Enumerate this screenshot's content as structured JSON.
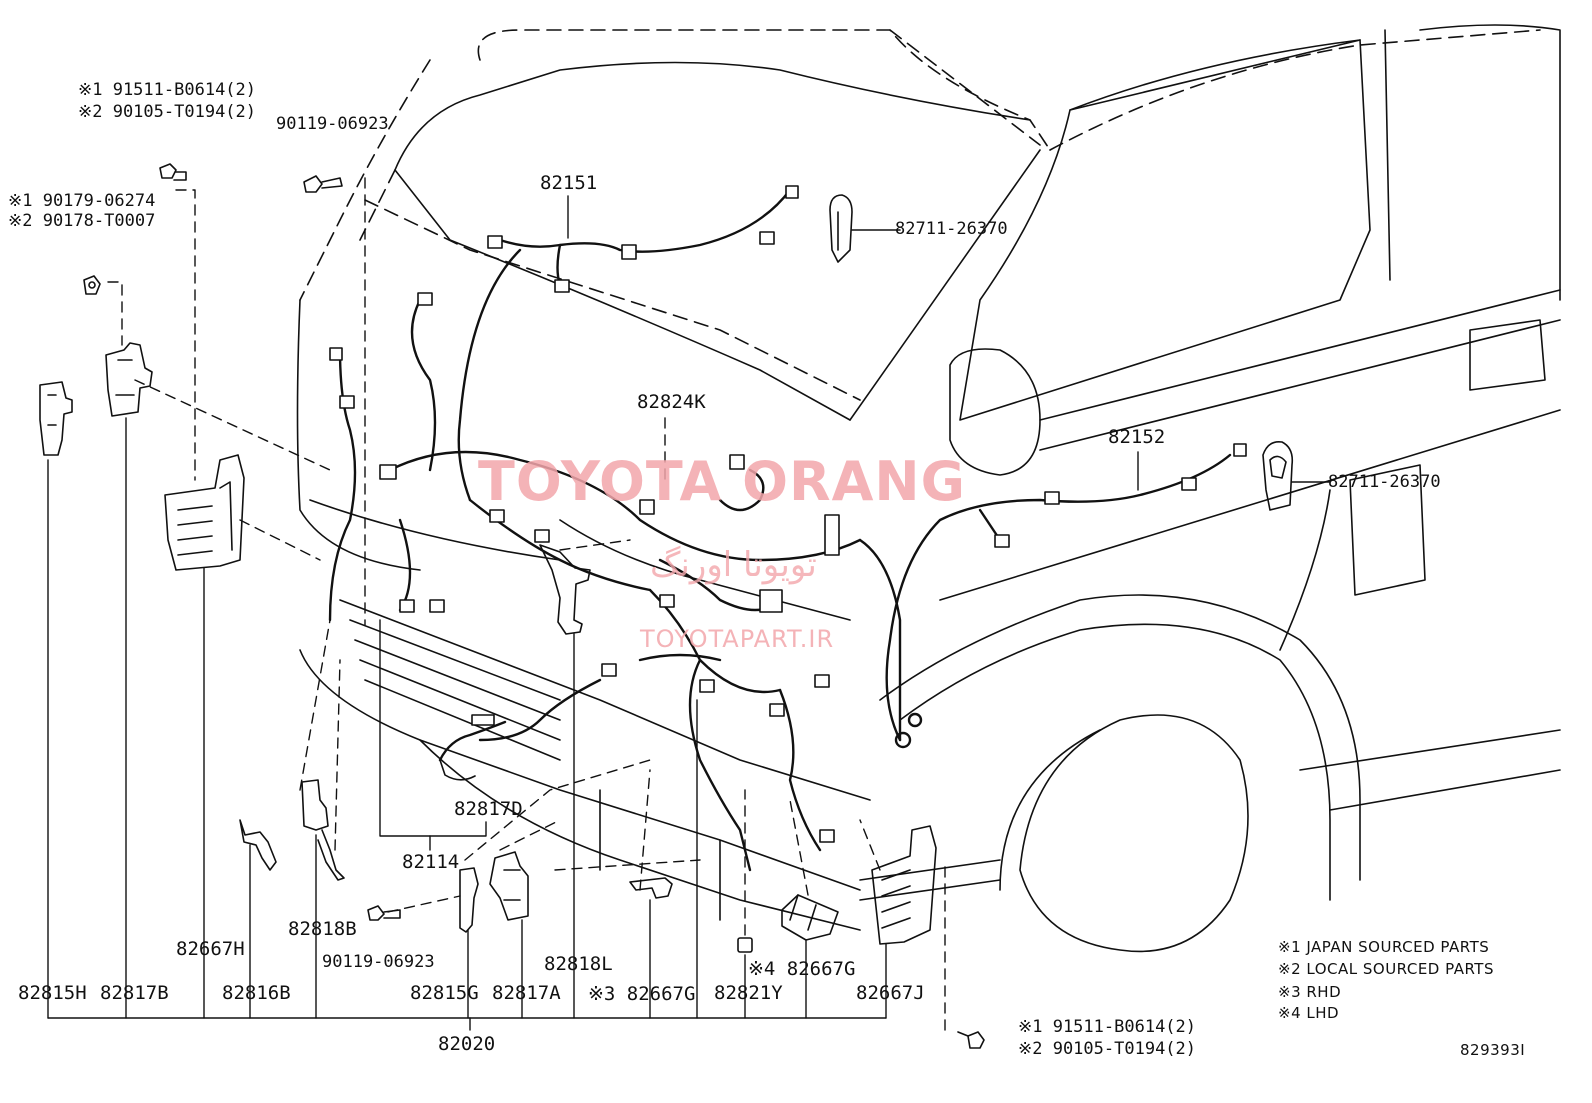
{
  "figure_id": "829393I",
  "watermark": {
    "brand": "TOYOTA ORANG",
    "arabic": "تویوتا اورنگ",
    "site": "TOYOTAPART.IR",
    "color": "#f3a6ab"
  },
  "labels": {
    "p82151": "82151",
    "p82152": "82152",
    "p82711_top": "82711-26370",
    "p82711_right": "82711-26370",
    "p82824K": "82824K",
    "p90119_top": "90119-06923",
    "p90119_bottom": "90119-06923",
    "bolt_top_1": "※1 91511-B0614(2)",
    "bolt_top_2": "※2 90105-T0194(2)",
    "nut_1": "※1 90179-06274",
    "nut_2": "※2 90178-T0007",
    "bolt_bot_1": "※1 91511-B0614(2)",
    "bolt_bot_2": "※2 90105-T0194(2)",
    "p82817D": "82817D",
    "p82114": "82114",
    "p82815H": "82815H",
    "p82817B": "82817B",
    "p82667H": "82667H",
    "p82816B": "82816B",
    "p82818B": "82818B",
    "p82815G": "82815G",
    "p82817A": "82817A",
    "p82818L": "82818L",
    "p82667G_rhd": "※3 82667G",
    "p82821Y": "82821Y",
    "p82667G_lhd": "※4 82667G",
    "p82667J": "82667J",
    "p82020": "82020"
  },
  "notes": [
    "※1 JAPAN SOURCED PARTS",
    "※2 LOCAL SOURCED PARTS",
    "※3 RHD",
    "※4 LHD"
  ]
}
